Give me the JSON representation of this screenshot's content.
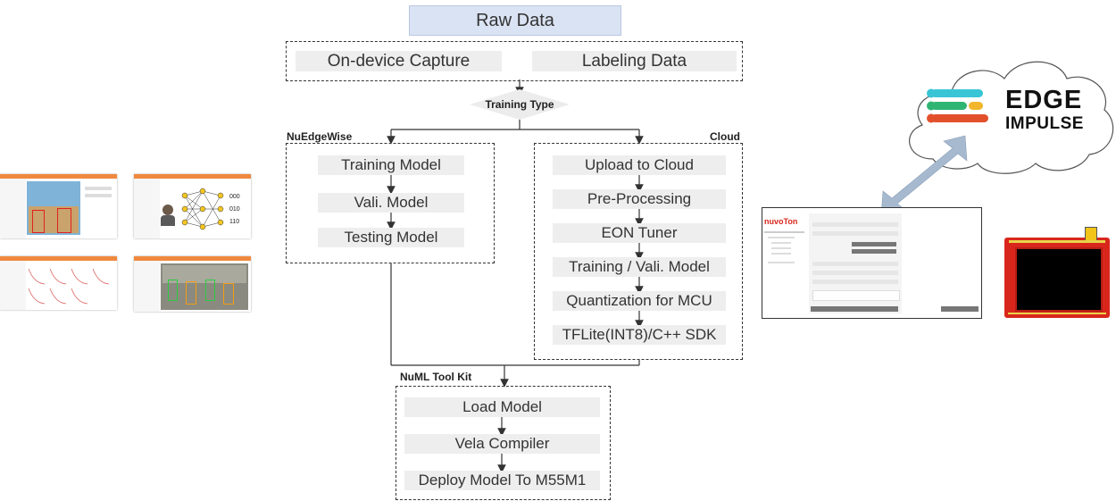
{
  "raw_data": "Raw Data",
  "capture": {
    "on_device": "On-device Capture",
    "labeling": "Labeling Data"
  },
  "training_type": "Training Type",
  "nuedgewise": {
    "label": "NuEdgeWise",
    "steps": [
      "Training Model",
      "Vali. Model",
      "Testing Model"
    ]
  },
  "cloud": {
    "label": "Cloud",
    "steps": [
      "Upload to Cloud",
      "Pre-Processing",
      "EON Tuner",
      "Training / Vali. Model",
      "Quantization for MCU",
      "TFLite(INT8)/C++ SDK"
    ]
  },
  "numl": {
    "label": "NuML Tool Kit",
    "steps": [
      "Load Model",
      "Vela Compiler",
      "Deploy Model To M55M1"
    ]
  },
  "edge_impulse": {
    "line1": "EDGE",
    "line2": "IMPULSE"
  },
  "nuvoton_logo": "nuvoTon",
  "nn_thumb": {
    "rows": [
      "000",
      "010",
      "110"
    ]
  },
  "colors": {
    "accent_blue": "#dae3f3",
    "box_gray": "#eeeeee",
    "arrow_blue": "#a6b9cf",
    "board_red": "#d9261c"
  }
}
